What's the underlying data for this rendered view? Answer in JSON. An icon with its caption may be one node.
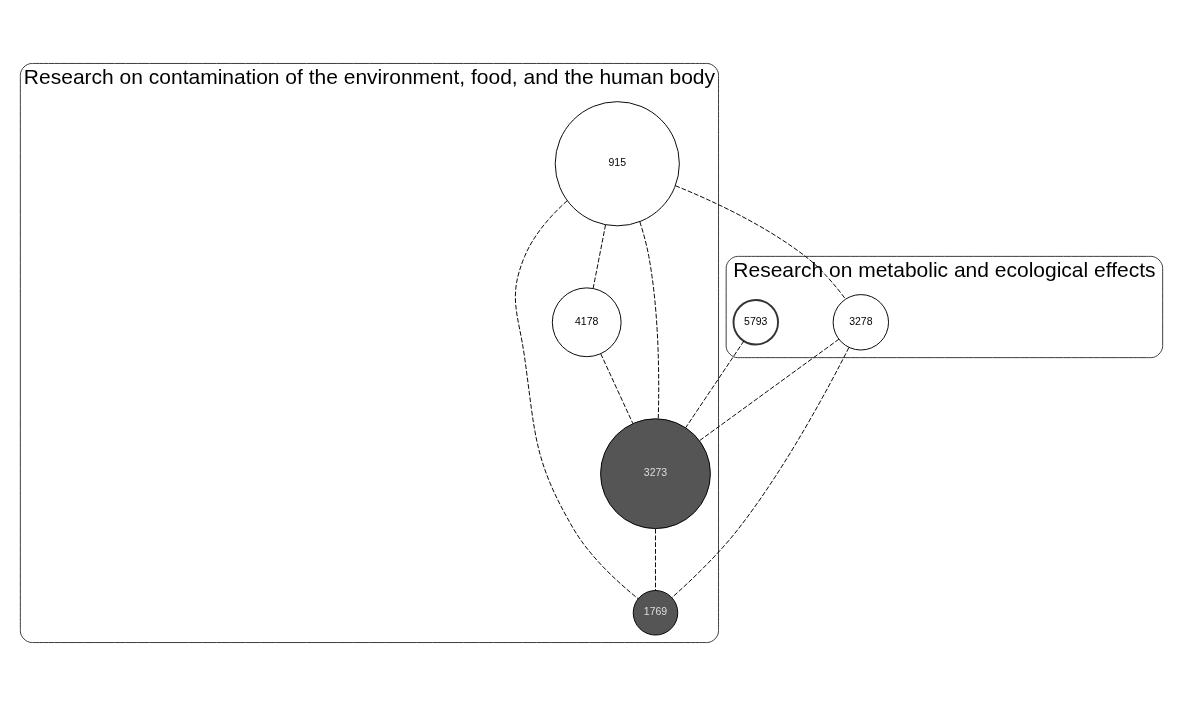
{
  "diagram": {
    "nodes": [
      {
        "text": [
          "Research on metabolic and ecological effects"
        ]
      },
      {
        "text": [
          "Research on contamination of the environment, food, and the human body"
        ]
      },
      {
        "text": [
          "5793"
        ],
        "in": 0
      },
      {
        "text": [
          "3278"
        ],
        "in": 0
      },
      {
        "text": [
          "915"
        ],
        "in": 1
      },
      {
        "text": [
          "3273"
        ],
        "in": 1
      },
      {
        "text": [
          "4178"
        ],
        "in": 1
      },
      {
        "text": [
          "1769"
        ],
        "in": 1
      }
    ],
    "edges": [
      {
        "from": 2,
        "to": 5,
        "arrow": "none",
        "style": "dashed"
      },
      {
        "from": 4,
        "to": 3,
        "arrow": "none",
        "style": "dashed"
      },
      {
        "from": 4,
        "to": 5,
        "arrow": "none",
        "style": "dashed"
      },
      {
        "from": 4,
        "to": 7,
        "arrow": "none",
        "style": "dashed"
      },
      {
        "from": 4,
        "to": 6,
        "arrow": "none",
        "style": "dashed"
      },
      {
        "from": 3,
        "to": 5,
        "arrow": "none",
        "style": "dashed"
      },
      {
        "from": 3,
        "to": 7,
        "arrow": "none",
        "style": "dashed"
      },
      {
        "from": 6,
        "to": 5,
        "arrow": "none",
        "style": "dashed"
      },
      {
        "from": 5,
        "to": 7,
        "arrow": "none",
        "style": "dashed"
      }
    ]
  }
}
